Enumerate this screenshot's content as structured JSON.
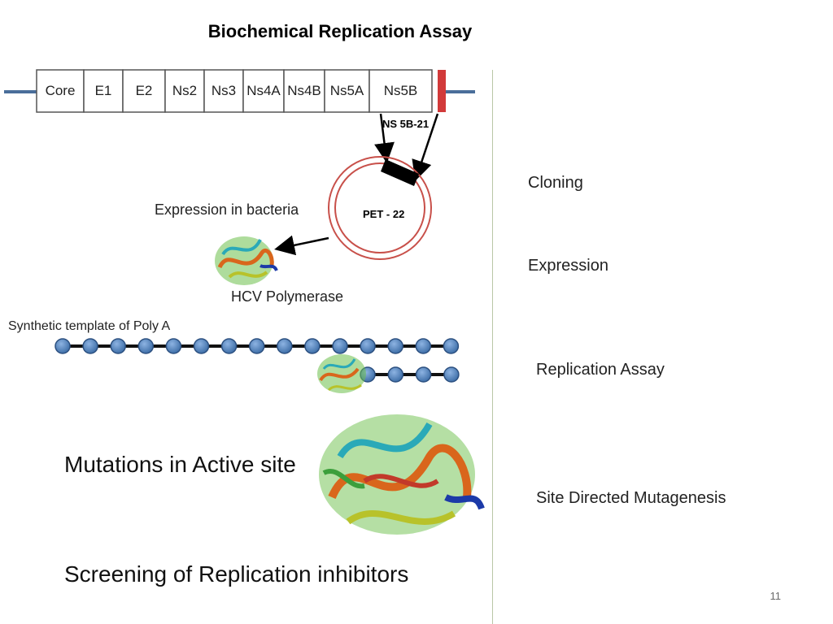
{
  "slide": {
    "title": "Biochemical Replication Assay",
    "slide_number": "11"
  },
  "genome": {
    "segments": [
      "Core",
      "E1",
      "E2",
      "Ns2",
      "Ns3",
      "Ns4A",
      "Ns4B",
      "Ns5A",
      "Ns5B"
    ]
  },
  "diagram": {
    "clone_label": "NS 5B-21",
    "plasmid_label": "PET - 22",
    "expression_label": "Expression in bacteria",
    "protein_label": "HCV Polymerase",
    "template_label": "Synthetic template of Poly A",
    "template_bead_count": 15,
    "primer_bead_count": 4
  },
  "left_captions": {
    "mutations": "Mutations in Active site",
    "screening": "Screening of Replication inhibitors"
  },
  "steps": [
    "Cloning",
    "Expression",
    "Replication Assay",
    "Site Directed Mutagenesis"
  ],
  "colors": {
    "axis_line": "#4a6e9a",
    "red_marker": "#d23a3a",
    "plasmid": "#c8504a",
    "bead": "#4f81bd",
    "divider": "#b9c7a6"
  }
}
